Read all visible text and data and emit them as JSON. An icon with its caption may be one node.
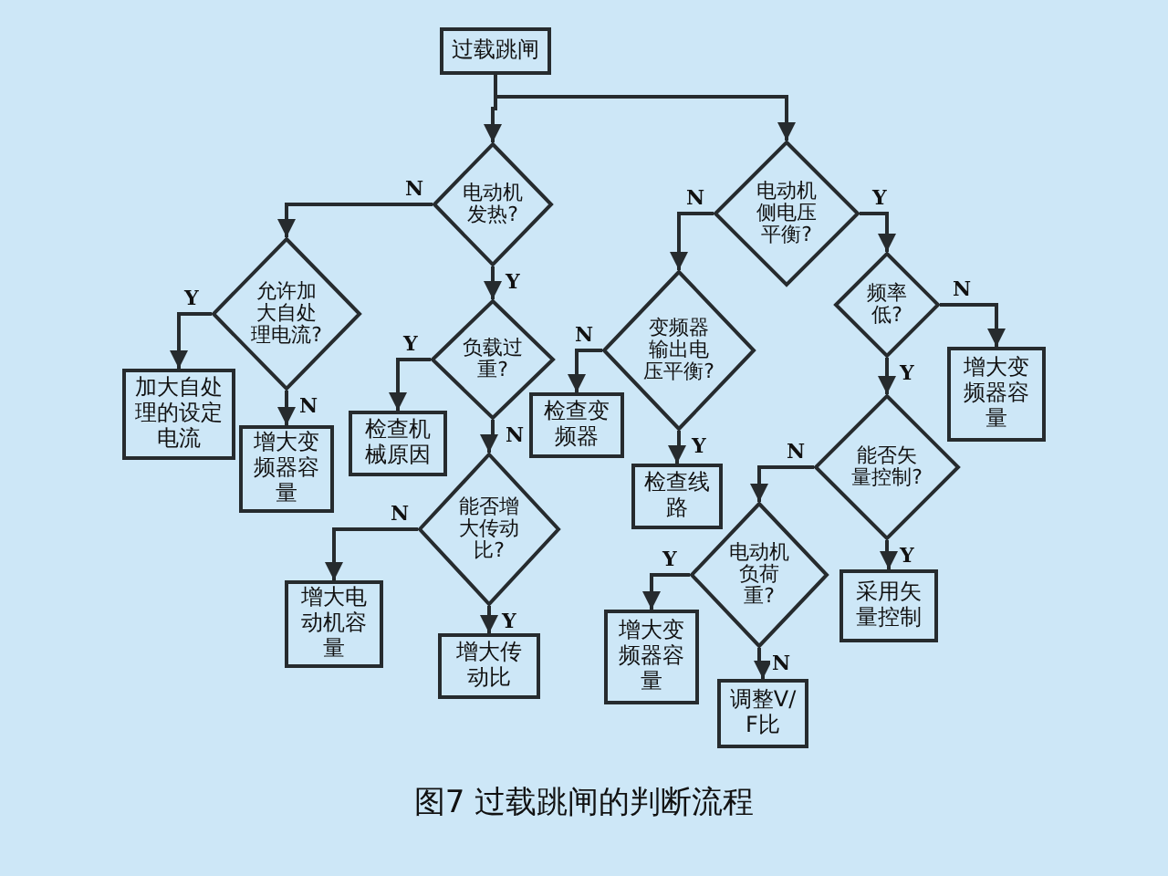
{
  "diagram": {
    "caption": "图7 过载跳闸的判断流程",
    "nodes": [
      {
        "text": [
          "过载跳闸"
        ]
      },
      {
        "text": [
          "电动机发热?"
        ]
      },
      {
        "text": [
          "允许加大自处理电流?"
        ]
      },
      {
        "text": [
          "加大自处理的设定电流"
        ]
      },
      {
        "text": [
          "增大变频器容量"
        ]
      },
      {
        "text": [
          "负载过重?"
        ]
      },
      {
        "text": [
          "检查机械原因"
        ]
      },
      {
        "text": [
          "能否增大传动比?"
        ]
      },
      {
        "text": [
          "增大电动机容量"
        ]
      },
      {
        "text": [
          "增大传动比"
        ]
      },
      {
        "text": [
          "电动机侧电压平衡?"
        ]
      },
      {
        "text": [
          "变频器输出电压平衡?"
        ]
      },
      {
        "text": [
          "检查变频器"
        ]
      },
      {
        "text": [
          "检查线路"
        ]
      },
      {
        "text": [
          "频率低?"
        ]
      },
      {
        "text": [
          "增大变频器容量"
        ]
      },
      {
        "text": [
          "能否矢量控制?"
        ]
      },
      {
        "text": [
          "电动机负荷重?"
        ]
      },
      {
        "text": [
          "增大变频器容量"
        ]
      },
      {
        "text": [
          "采用矢量控制"
        ]
      },
      {
        "text": [
          "调整V/F比"
        ]
      }
    ],
    "edges": [
      {
        "from": 0,
        "to": 1,
        "arrow": "to"
      },
      {
        "from": 0,
        "to": 10,
        "arrow": "to"
      },
      {
        "from": 1,
        "to": 2,
        "arrow": "to",
        "label": "N"
      },
      {
        "from": 1,
        "to": 5,
        "arrow": "to",
        "label": "Y"
      },
      {
        "from": 2,
        "to": 3,
        "arrow": "to",
        "label": "Y"
      },
      {
        "from": 2,
        "to": 4,
        "arrow": "to",
        "label": "N"
      },
      {
        "from": 5,
        "to": 6,
        "arrow": "to",
        "label": "Y"
      },
      {
        "from": 5,
        "to": 7,
        "arrow": "to",
        "label": "N"
      },
      {
        "from": 7,
        "to": 8,
        "arrow": "to",
        "label": "N"
      },
      {
        "from": 7,
        "to": 9,
        "arrow": "to",
        "label": "Y"
      },
      {
        "from": 10,
        "to": 11,
        "arrow": "to",
        "label": "N"
      },
      {
        "from": 10,
        "to": 14,
        "arrow": "to",
        "label": "Y"
      },
      {
        "from": 11,
        "to": 12,
        "arrow": "to",
        "label": "N"
      },
      {
        "from": 11,
        "to": 13,
        "arrow": "to",
        "label": "Y"
      },
      {
        "from": 14,
        "to": 15,
        "arrow": "to",
        "label": "N"
      },
      {
        "from": 14,
        "to": 16,
        "arrow": "to",
        "label": "Y"
      },
      {
        "from": 16,
        "to": 17,
        "arrow": "to",
        "label": "N"
      },
      {
        "from": 16,
        "to": 19,
        "arrow": "to",
        "label": "Y"
      },
      {
        "from": 17,
        "to": 18,
        "arrow": "to",
        "label": "Y"
      },
      {
        "from": 17,
        "to": 20,
        "arrow": "to",
        "label": "N"
      }
    ]
  }
}
